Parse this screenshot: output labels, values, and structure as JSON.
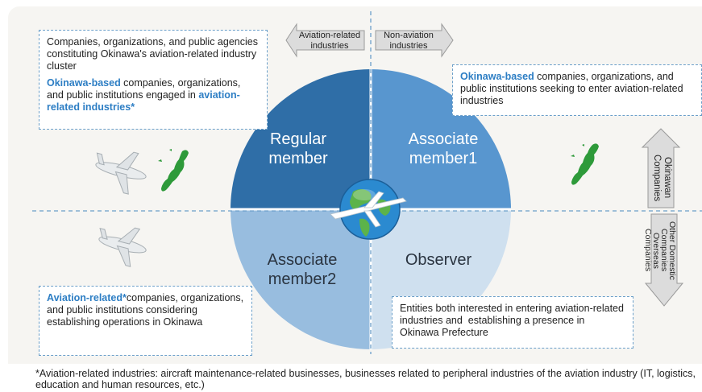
{
  "quadrants": {
    "regular": "Regular member",
    "associate1": "Associate member1",
    "associate2": "Associate member2",
    "observer": "Observer"
  },
  "arrows": {
    "aviation": "Aviation-related industries",
    "non_aviation": "Non-aviation industries",
    "okinawan": "Okinawan Companies",
    "other": "Other Domestic Companies Overseas Companies"
  },
  "boxes": {
    "top_left": {
      "line1": "Companies, organizations, and public agencies constituting Okinawa's aviation-related industry cluster",
      "hl1": "Okinawa-based",
      "mid": " companies, organizations, and public institutions engaged in ",
      "hl2": "aviation-related industries*"
    },
    "top_right": {
      "hl": "Okinawa-based",
      "rest": " companies, organizations, and public institutions seeking to enter aviation-related industries"
    },
    "bottom_left": {
      "hl": "Aviation-related*",
      "rest": "companies, organizations, and public institutions considering establishing operations in Okinawa"
    },
    "bottom_right": {
      "text": "Entities both interested in entering aviation-related industries and  establishing a presence in Okinawa Prefecture"
    }
  },
  "footnote": "*Aviation-related industries: aircraft maintenance-related businesses, businesses related to peripheral industries of the aviation industry (IT, logistics, education and human resources, etc.)",
  "colors": {
    "regular": "#2f6ea7",
    "associate1": "#5896cf",
    "associate2": "#98bddf",
    "observer": "#cfe0ef",
    "highlight": "#2d7ec4",
    "dashed": "#6b9fc9"
  }
}
